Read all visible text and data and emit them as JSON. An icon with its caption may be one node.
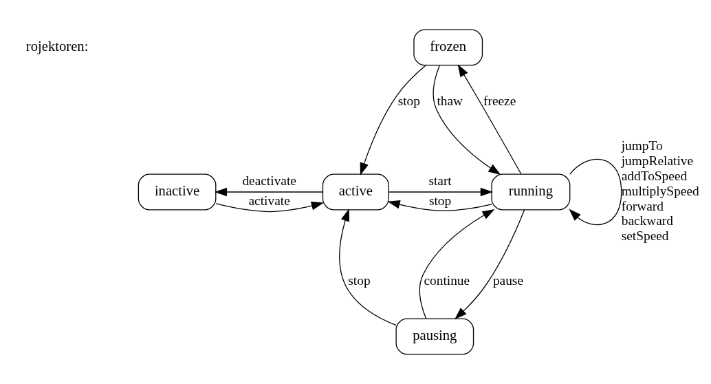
{
  "diagram": {
    "nodes": [
      {
        "text": [
          "inactive"
        ]
      },
      {
        "text": [
          "active"
        ]
      },
      {
        "text": [
          "running"
        ]
      },
      {
        "text": [
          "frozen"
        ]
      },
      {
        "text": [
          "pausing"
        ]
      }
    ],
    "edges": [
      {
        "from": 0,
        "to": 1,
        "arrow": "to",
        "label": "activate"
      },
      {
        "from": 1,
        "to": 0,
        "arrow": "to",
        "label": "deactivate"
      },
      {
        "from": 1,
        "to": 2,
        "arrow": "to",
        "label": "start"
      },
      {
        "from": 2,
        "to": 1,
        "arrow": "to",
        "label": "stop"
      },
      {
        "from": 3,
        "to": 1,
        "arrow": "to",
        "label": "stop"
      },
      {
        "from": 2,
        "to": 3,
        "arrow": "to",
        "label": "freeze"
      },
      {
        "from": 3,
        "to": 2,
        "arrow": "to",
        "label": "thaw"
      },
      {
        "from": 2,
        "to": 2,
        "arrow": "to",
        "label": "jumpTo jumpRelative addToSpeed multiplySpeed forward backward setSpeed"
      },
      {
        "from": 2,
        "to": 4,
        "arrow": "to",
        "label": "pause"
      },
      {
        "from": 4,
        "to": 2,
        "arrow": "to",
        "label": "continue"
      },
      {
        "from": 4,
        "to": 1,
        "arrow": "to",
        "label": "stop"
      }
    ],
    "labels": [
      "rojektoren:"
    ]
  }
}
